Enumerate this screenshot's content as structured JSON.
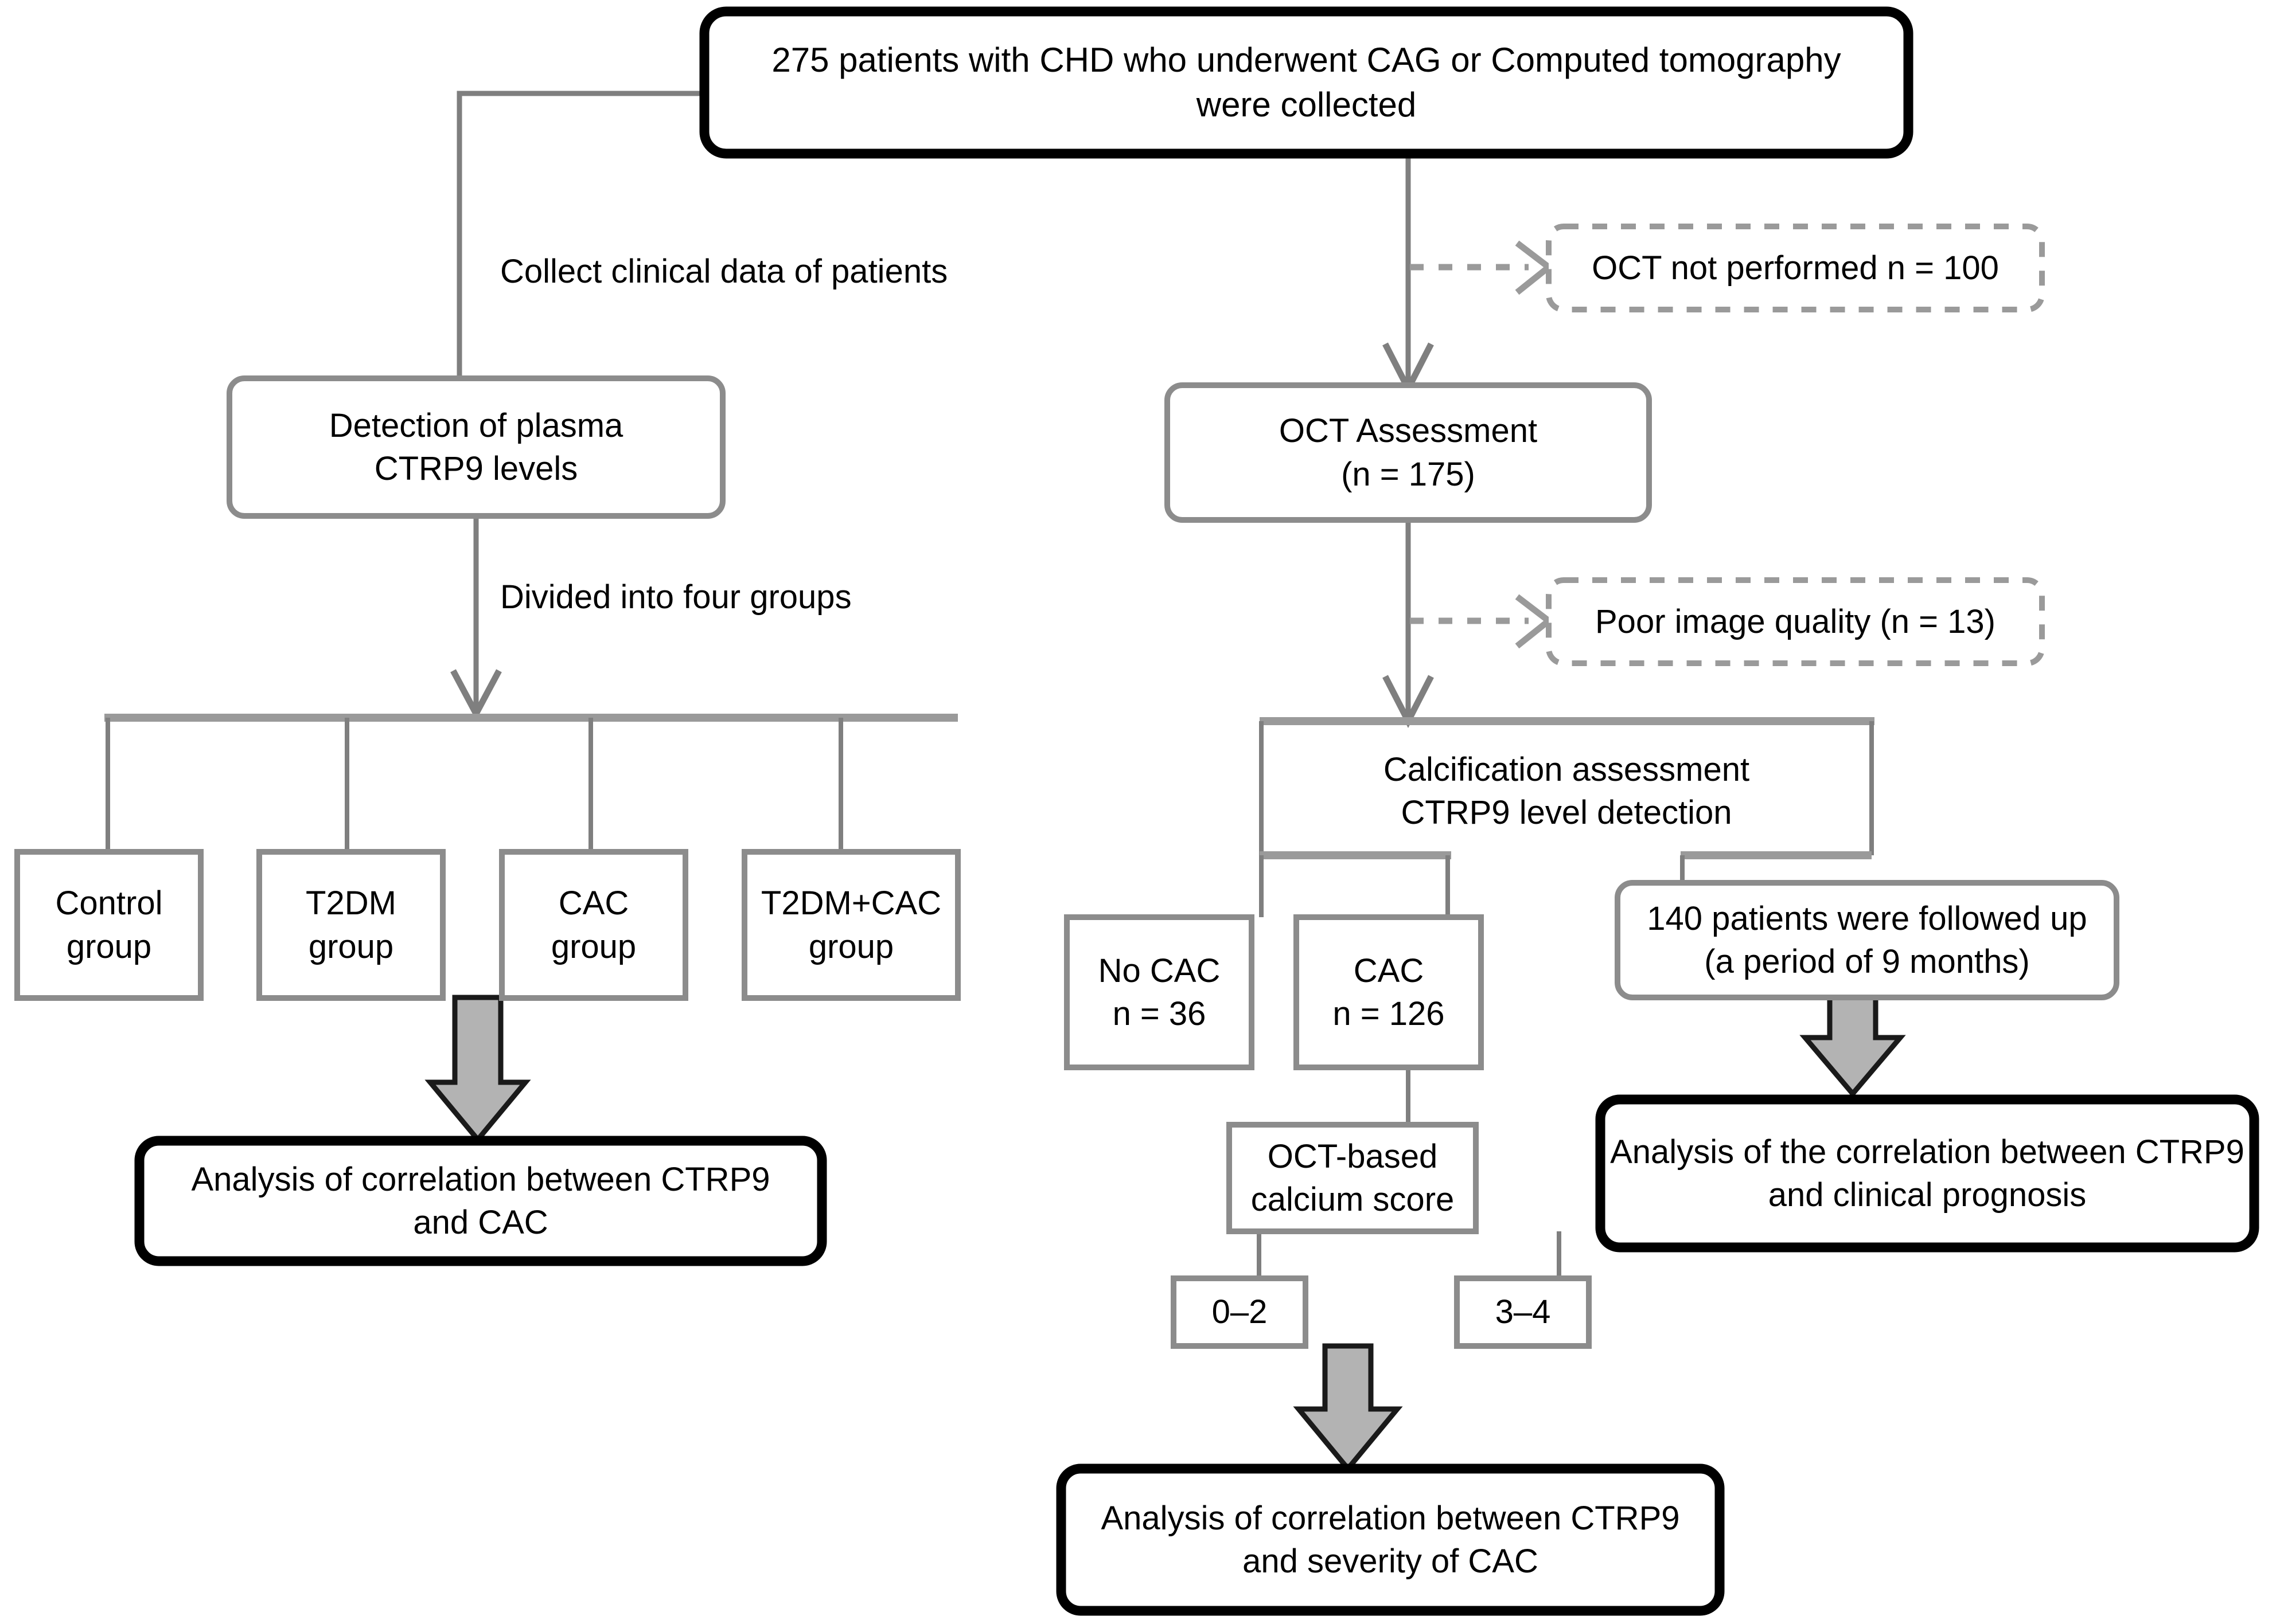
{
  "diagram": {
    "title": "Study flow diagram of CTRP9 and coronary artery calcification",
    "colors": {
      "thick_border": "#000000",
      "thin_border": "#7f7f7f",
      "connector": "#7f7f7f",
      "dashed_border": "#999999",
      "block_arrow_fill": "#b3b3b3",
      "block_arrow_stroke": "#1a1a1a",
      "text": "#000000",
      "background": "#ffffff"
    },
    "nodes": {
      "enrollment": {
        "label": "275 patients with CHD who underwent CAG or Computed tomography\nwere collected",
        "style": "thick-rounded"
      },
      "plasma_detection": {
        "label": "Detection of plasma\nCTRP9 levels",
        "style": "thin-rounded"
      },
      "oct_assessment": {
        "label": "OCT Assessment\n(n = 175)",
        "style": "thin-rounded"
      },
      "oct_not_performed": {
        "label": "OCT not performed n = 100",
        "style": "dashed-rounded"
      },
      "poor_image_quality": {
        "label": "Poor image quality (n = 13)",
        "style": "dashed-rounded"
      },
      "calcification_assessment": {
        "label": "Calcification assessment\nCTRP9 level detection",
        "style": "bracket"
      },
      "group_control": {
        "label": "Control\ngroup",
        "style": "thin-rect"
      },
      "group_t2dm": {
        "label": "T2DM\ngroup",
        "style": "thin-rect"
      },
      "group_cac": {
        "label": "CAC\ngroup",
        "style": "thin-rect"
      },
      "group_t2dm_cac": {
        "label": "T2DM+CAC\ngroup",
        "style": "thin-rect"
      },
      "no_cac": {
        "label": "No CAC\nn = 36",
        "style": "thin-rect"
      },
      "cac": {
        "label": "CAC\nn = 126",
        "style": "thin-rect"
      },
      "followup": {
        "label": "140 patients were followed up\n(a period of 9 months)",
        "style": "thin-rounded"
      },
      "calcium_score": {
        "label": "OCT-based\ncalcium score",
        "style": "thin-rect"
      },
      "score_0_2": {
        "label": "0–2",
        "style": "thin-rect"
      },
      "score_3_4": {
        "label": "3–4",
        "style": "thin-rect"
      },
      "outcome_cac": {
        "label": "Analysis of correlation between CTRP9\nand CAC",
        "style": "thick-rounded"
      },
      "outcome_prognosis": {
        "label": "Analysis of the correlation between CTRP9\nand clinical prognosis",
        "style": "thick-rounded"
      },
      "outcome_severity": {
        "label": "Analysis of correlation between CTRP9\nand severity of CAC",
        "style": "thick-rounded"
      }
    },
    "edge_labels": {
      "collect_clinical_data": "Collect clinical data of patients",
      "divided_into_groups": "Divided into four groups"
    }
  }
}
